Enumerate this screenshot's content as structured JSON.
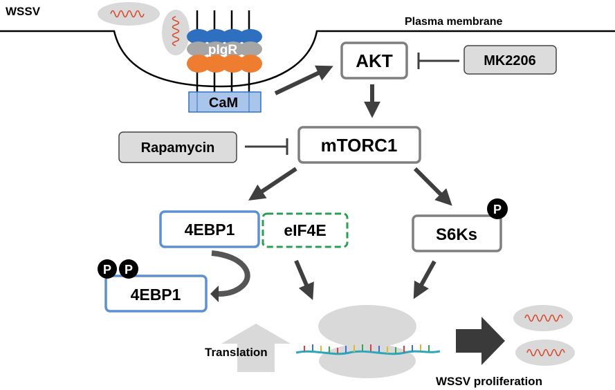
{
  "labels": {
    "wssv": "WSSV",
    "plasma_membrane": "Plasma membrane",
    "pigr": "pIgR",
    "cam": "CaM",
    "akt": "AKT",
    "mk2206": "MK2206",
    "mtorc1": "mTORC1",
    "rapamycin": "Rapamycin",
    "ebp1": "4EBP1",
    "eif4e": "eIF4E",
    "s6ks": "S6Ks",
    "p_badge": "P",
    "ebp1_phospho": "4EBP1",
    "translation": "Translation",
    "proliferation": "WSSV proliferation"
  },
  "colors": {
    "arrow": "#3f3f3f",
    "node_border": "#7f7f7f",
    "node_gray_fill": "#dcdcdc",
    "ebp1_border": "#5b8fd6",
    "eif4e_border": "#27a050",
    "cam_fill": "#a9c5ea",
    "pigr_blue": "#2f6fc0",
    "pigr_gray": "#a6a6a6",
    "pigr_orange": "#ef7d30",
    "virus_fill": "#d9d9d9",
    "virus_coil": "#d9472b",
    "ribosome": "#d9d9d9"
  }
}
